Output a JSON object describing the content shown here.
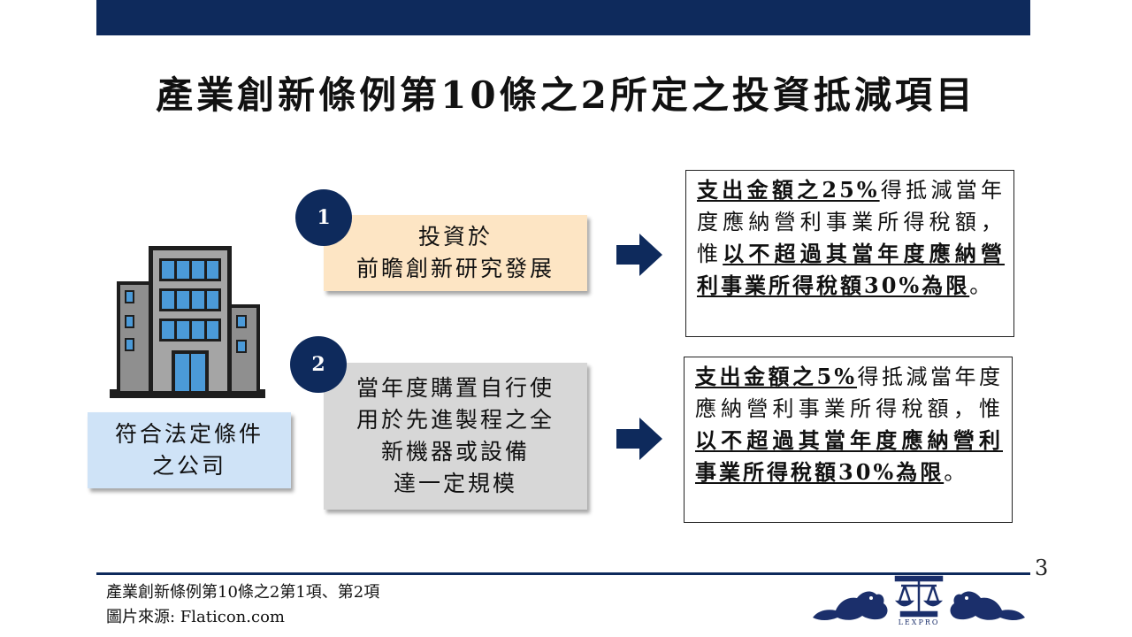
{
  "slide": {
    "title": "產業創新條例第10條之2所定之投資抵減項目",
    "page_number": "3"
  },
  "company": {
    "label": "符合法定條件\n之公司"
  },
  "items": [
    {
      "number": "1",
      "text": "投資於\n前瞻創新研究發展"
    },
    {
      "number": "2",
      "text": "當年度購置自行使\n用於先進製程之全\n新機器或設備\n達一定規模"
    }
  ],
  "results": [
    {
      "lead": "支出金額之25%",
      "middle": "得抵減當年度應納營利事業所得稅額，惟",
      "limit": "以不超過其當年度應納營利事業所得稅額30%為限",
      "end": "。"
    },
    {
      "lead": "支出金額之5%",
      "middle": "得抵減當年度應納營利事業所得稅額，惟",
      "limit": "以不超過其當年度應納營利事業所得稅額30%為限",
      "end": "。"
    }
  ],
  "footer": {
    "reference": "產業創新條例第10條之2第1項、第2項\n圖片來源: Flaticon.com",
    "logo_text": "LEXPRO"
  },
  "colors": {
    "navy": "#0e2a5c",
    "peach": "#fde5c4",
    "light_blue": "#cfe3f7",
    "gray": "#d7d7d7"
  },
  "icons": [
    "building-icon",
    "arrow-right-icon",
    "lion-icon",
    "scales-icon"
  ]
}
